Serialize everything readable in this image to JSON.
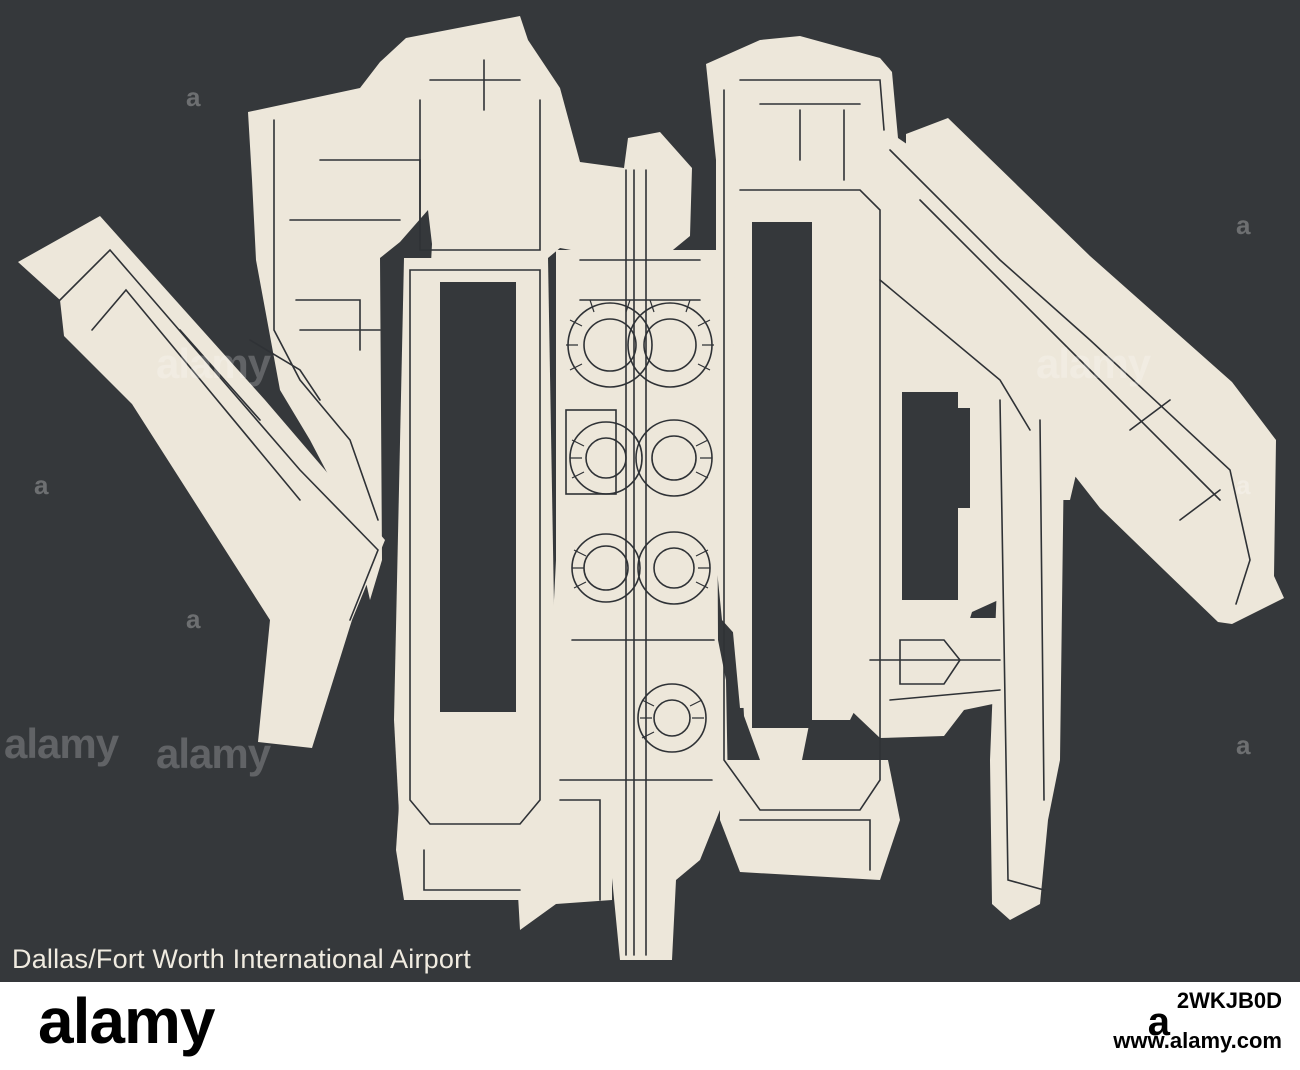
{
  "map": {
    "title": "Dallas/Fort Worth International Airport",
    "background_color": "#35383b",
    "land_color": "#ede7da",
    "road_color": "#2f3236"
  },
  "watermark": {
    "word": "alamy",
    "mark": "a"
  },
  "footer": {
    "logo": "alamy",
    "logo_mark": "a",
    "image_id": "2WKJB0D",
    "url": "www.alamy.com"
  }
}
